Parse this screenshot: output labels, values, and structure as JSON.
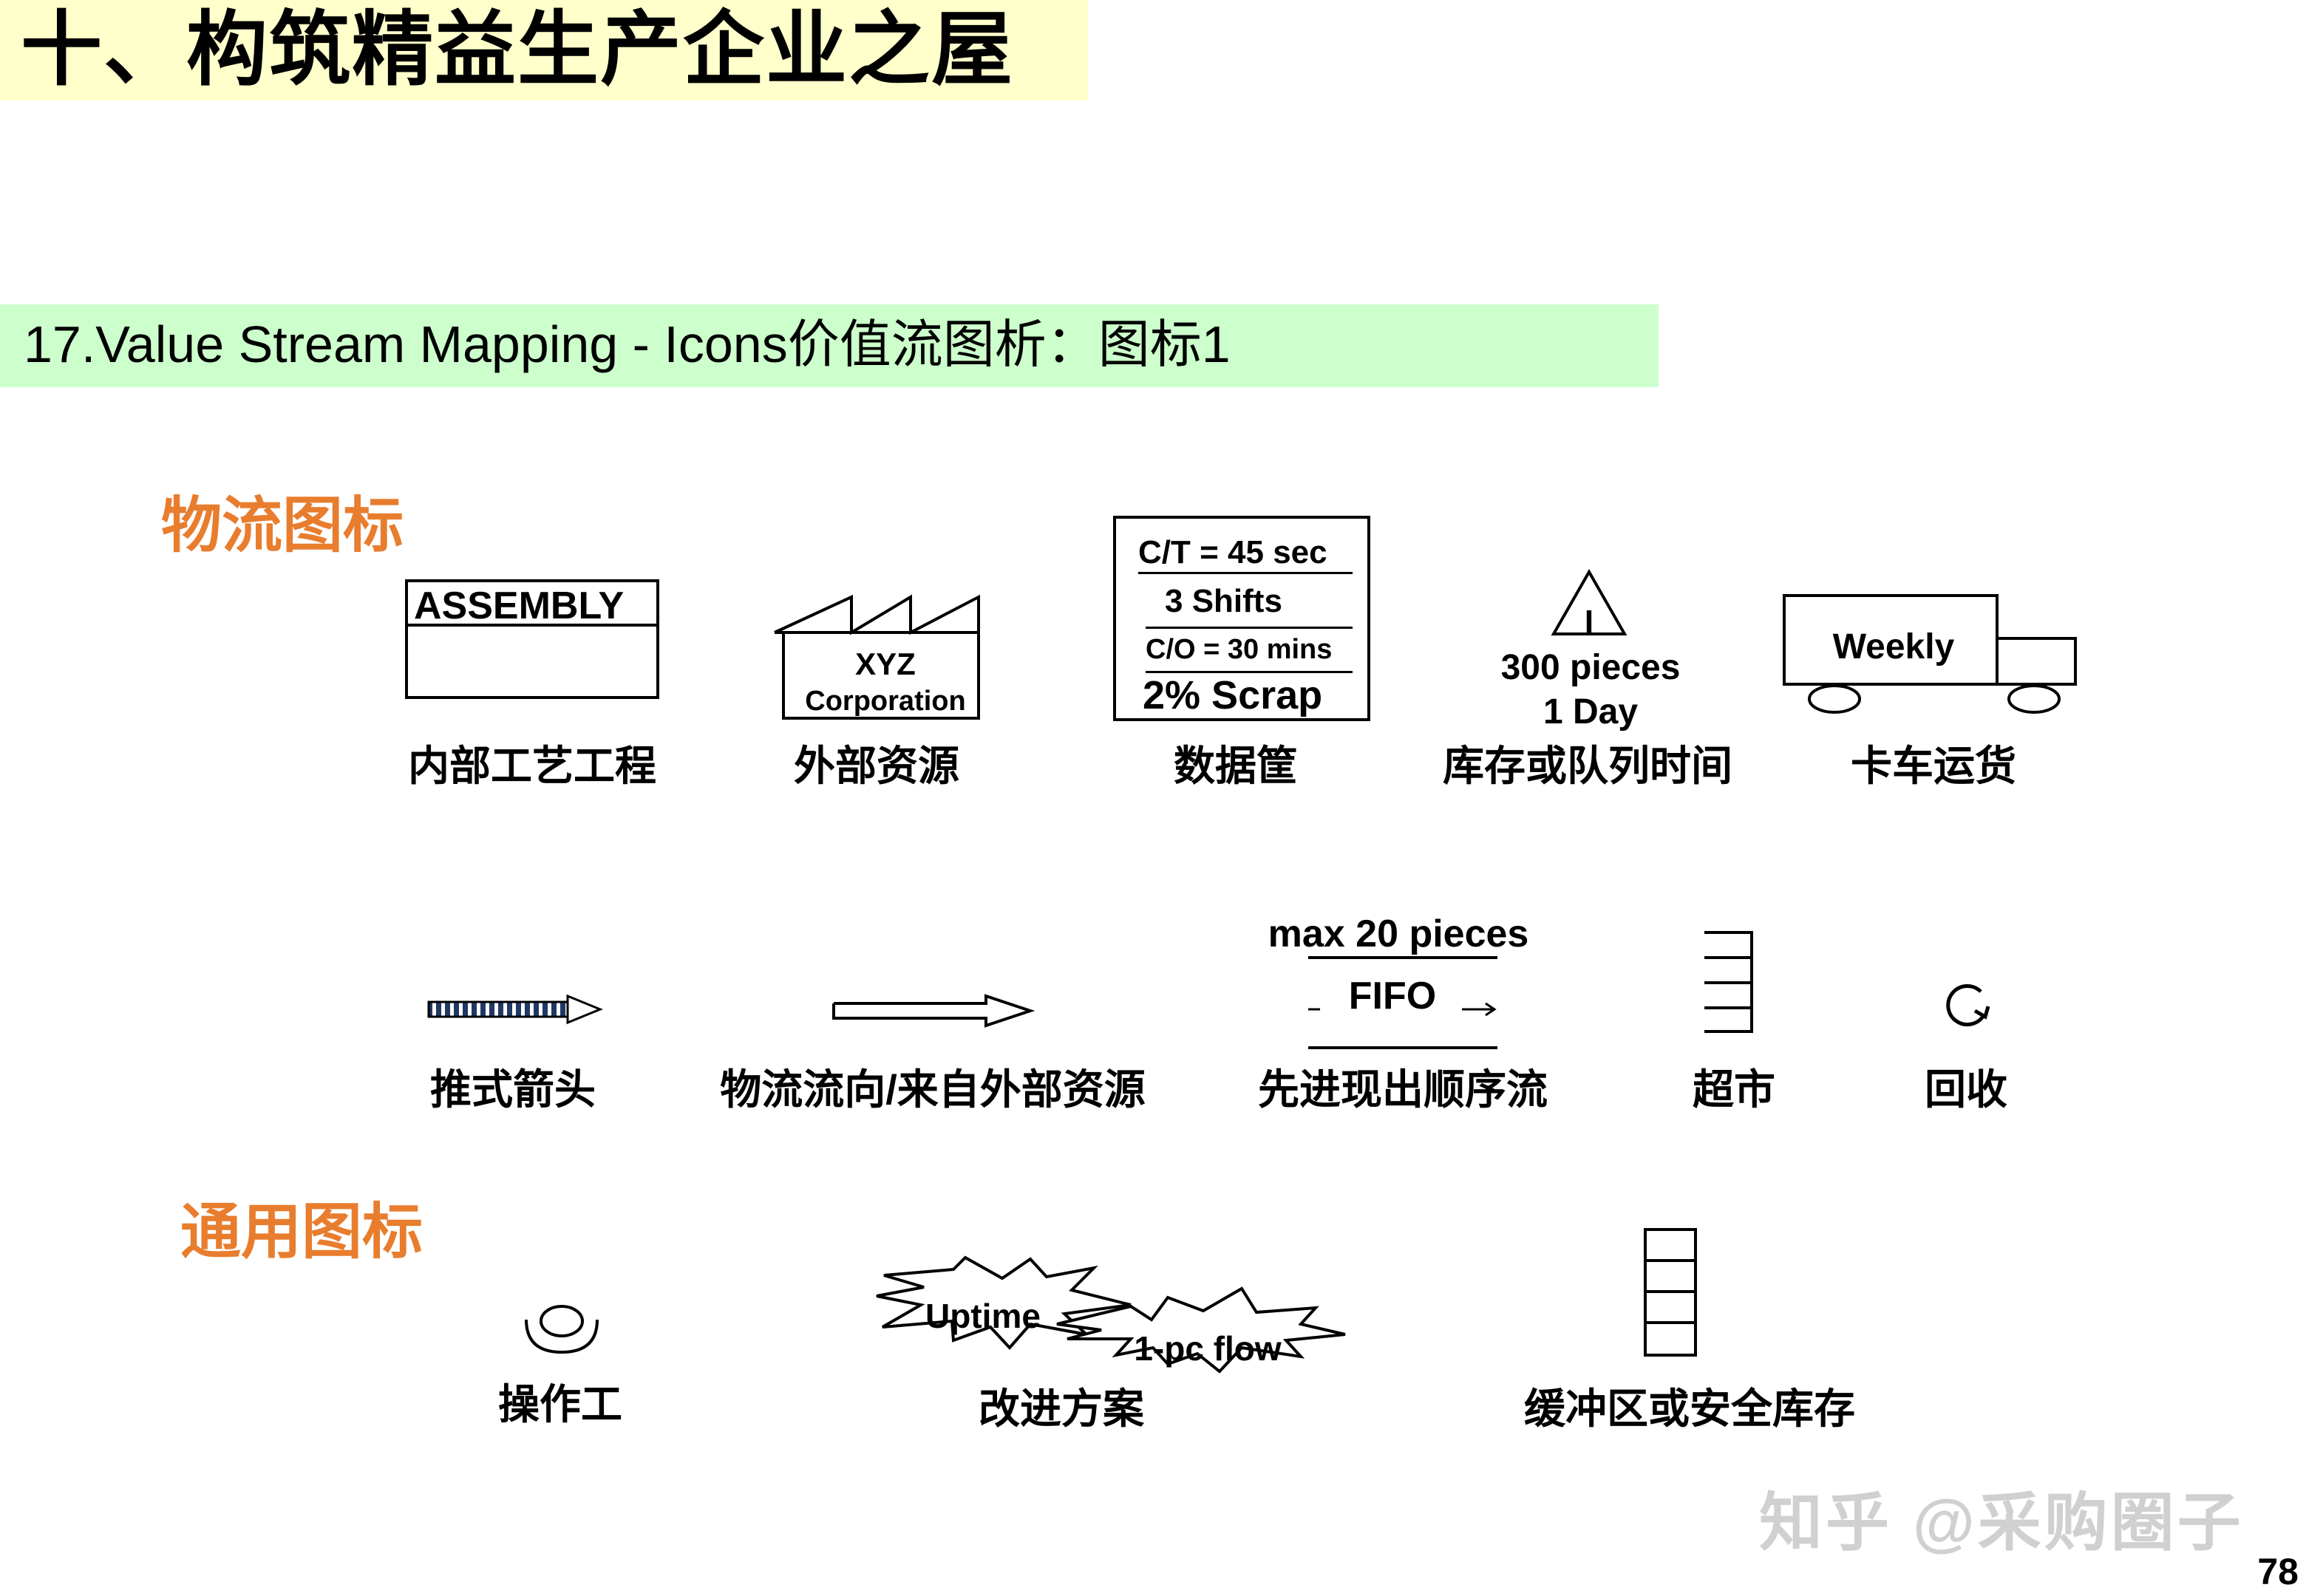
{
  "header": {
    "title": "十、构筑精益生产企业之屋",
    "subtitle": "17.Value Stream Mapping - Icons价值流图析：图标1"
  },
  "sections": {
    "material": "物流图标",
    "general": "通用图标"
  },
  "icons": {
    "assembly": {
      "label": "ASSEMBLY",
      "caption": "内部工艺工程"
    },
    "supplier": {
      "line1": "XYZ",
      "line2": "Corporation",
      "caption": "外部资源"
    },
    "data_box": {
      "ct": "C/T = 45 sec",
      "shifts": "3 Shifts",
      "co": "C/O = 30 mins",
      "scrap": "2% Scrap",
      "caption": "数据筐"
    },
    "inventory": {
      "mark": "I",
      "pieces": "300 pieces",
      "days": "1 Day",
      "caption": "库存或队列时间"
    },
    "truck": {
      "label": "Weekly",
      "caption": "卡车运货"
    },
    "push_arrow": {
      "caption": "推式箭头"
    },
    "shipment_arrow": {
      "caption": "物流流向/来自外部资源"
    },
    "fifo": {
      "max": "max 20 pieces",
      "label": "FIFO",
      "caption": "先进现出顺序流"
    },
    "supermarket": {
      "caption": "超市"
    },
    "withdrawal": {
      "caption": "回收"
    },
    "operator": {
      "caption": "操作工"
    },
    "kaizen": {
      "burst1": "Uptime",
      "burst2": "1-pc flow",
      "caption": "改进方案"
    },
    "buffer": {
      "caption": "缓冲区或安全库存"
    }
  },
  "watermark": "知乎 @采购圈子",
  "page_number": "78",
  "colors": {
    "title_bg": "#ffffcc",
    "subtitle_bg": "#ccffcc",
    "section_title": "#e87d2e",
    "push_arrow_fill": "#1f3864"
  }
}
